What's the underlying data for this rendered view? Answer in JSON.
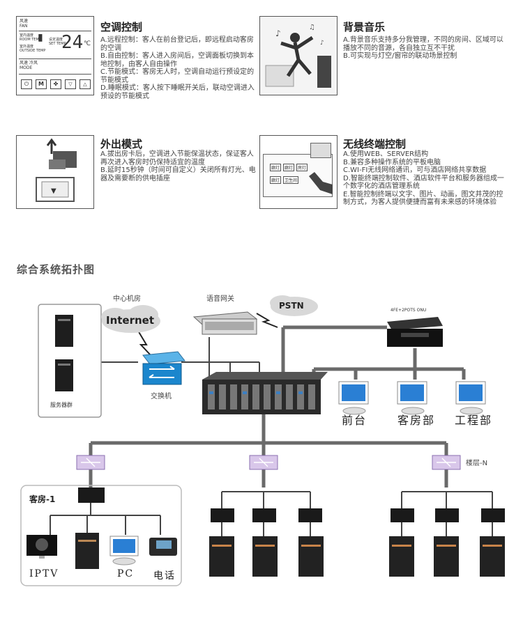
{
  "features": [
    {
      "title": "空调控制",
      "items": [
        "A.远程控制：客人在前台登记后，即远程启动客房的空调",
        "B.自由控制：客人进入房间后，空调面板切换到本地控制，由客人自由操作",
        "C.节能模式：客房无人时，空调自动运行预设定的节能模式",
        "D.睡眠模式：客人按下睡眠开关后，联动空调进入预设的节能模式"
      ]
    },
    {
      "title": "背景音乐",
      "items": [
        "A.背景音乐支持多分我管理，不同的房间、区域可以播放不同的音源，各自独立互不干扰",
        "B.可实现与灯空/窗帘的联动场景控制"
      ]
    },
    {
      "title": "外出模式",
      "items": [
        "A.拔出房卡后，空调进入节能保温状态，保证客人再次进入客房时仍保持适宜的温度",
        "B.延时15秒钟（时间可自定义）关闭所有灯光、电器及需要断的供电插座"
      ]
    },
    {
      "title": "无线终端控制",
      "items": [
        "A.使用WEB、SERVER结构",
        "B.兼容多种操作系统的平板电脑",
        "C.WI-FI无线网络通讯，可与酒店网络共享数据",
        "D.智能终端控制软件、酒店软件平台和服务器组成一个数字化的酒店管理系统",
        "E.智能控制终端以文字、图片、动画，图文并茂的控制方式，为客人提供便捷而富有未来感的环境体验"
      ]
    }
  ],
  "ac_panel": {
    "fan": "风速",
    "fan_en": "FAN",
    "room_temp": "室内温度",
    "room_temp_en": "ROOM TEMP",
    "set_temp": "设定温度",
    "set_temp_en": "SET TEMP",
    "outside": "室外温度",
    "outside_en": "OUTSIDE TEMP",
    "temp_value": "24",
    "temp_unit": "℃",
    "mode": "风速",
    "mode_en": "MODE",
    "mode_value": "冷风",
    "btn_m": "M"
  },
  "wireless_panel": {
    "b1": "廊灯",
    "b2": "廊灯",
    "b3": "房灯",
    "b4": "廊灯",
    "b5": "卫生间"
  },
  "section_title": "综合系统拓扑图",
  "topology": {
    "center_room": "中心机房",
    "internet": "Internet",
    "voice_gateway": "语音网关",
    "pstn": "PSTN",
    "onu": "4FE+2POTS ONU",
    "switch": "交换机",
    "server_group": "服务器群",
    "front_desk": "前台",
    "housekeeping": "客房部",
    "engineering": "工程部",
    "floor_n": "楼层-N",
    "room1": "客房-1",
    "iptv": "IPTV",
    "pc": "PC",
    "phone": "电话"
  }
}
